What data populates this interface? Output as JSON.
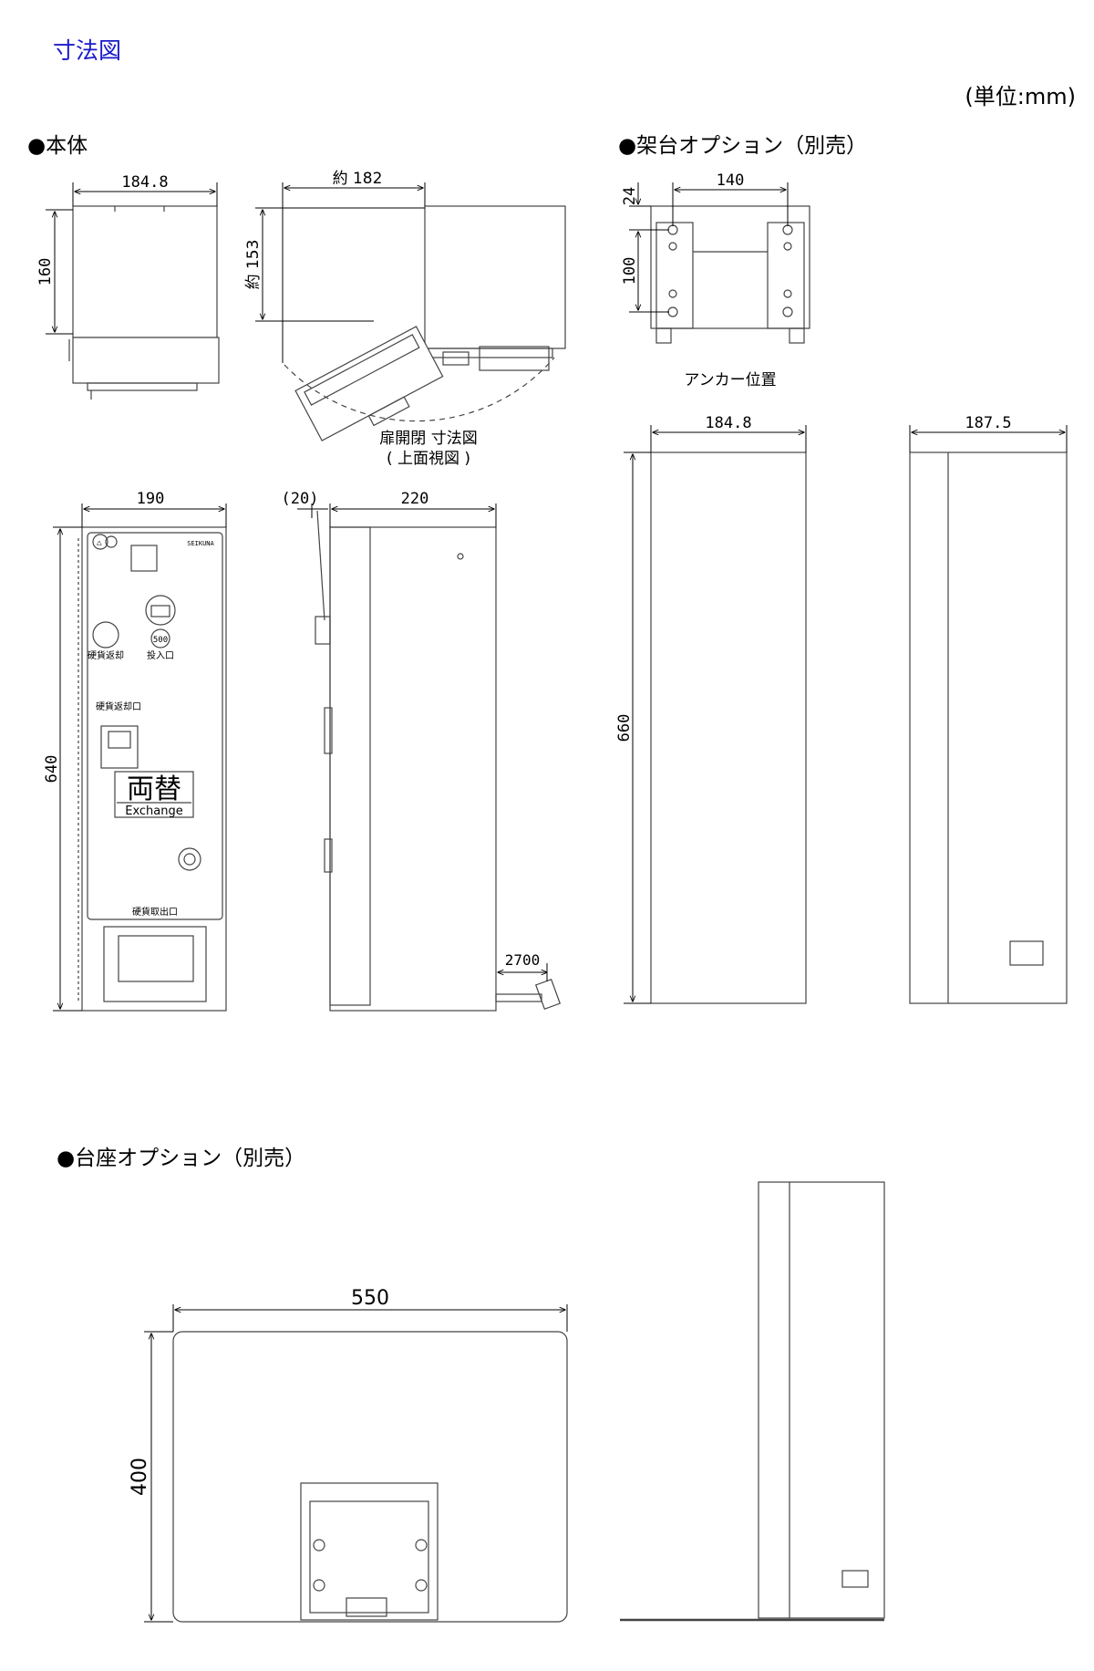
{
  "page": {
    "title": "寸法図",
    "unit": "(単位:mm)"
  },
  "sections": {
    "main": "●本体",
    "frame": "●架台オプション（別売）",
    "base": "●台座オプション（別売）"
  },
  "main_top": {
    "width": "184.8",
    "height": "160",
    "open_width": "約 182",
    "open_depth": "約 153",
    "caption_1": "扉開閉 寸法図",
    "caption_2": "( 上面視図 )"
  },
  "main_front": {
    "width": "190",
    "height": "640",
    "coin_return_lever": "硬貨返却",
    "coin_slot": "投入口",
    "coin_500": "500",
    "return_port": "硬貨返却口",
    "sign_main": "両替",
    "sign_sub": "Exchange",
    "dispense_port": "硬貨取出口",
    "brand": "SEIKUNA"
  },
  "main_side": {
    "door_offset": "(20)",
    "depth": "220",
    "cable_length": "2700"
  },
  "frame_top": {
    "hole_spacing_x": "140",
    "offset_top": "24",
    "hole_spacing_y": "100",
    "caption": "アンカー位置"
  },
  "frame_front": {
    "width": "184.8",
    "height": "660"
  },
  "frame_side": {
    "depth": "187.5"
  },
  "base_plate": {
    "width": "550",
    "depth": "400"
  }
}
